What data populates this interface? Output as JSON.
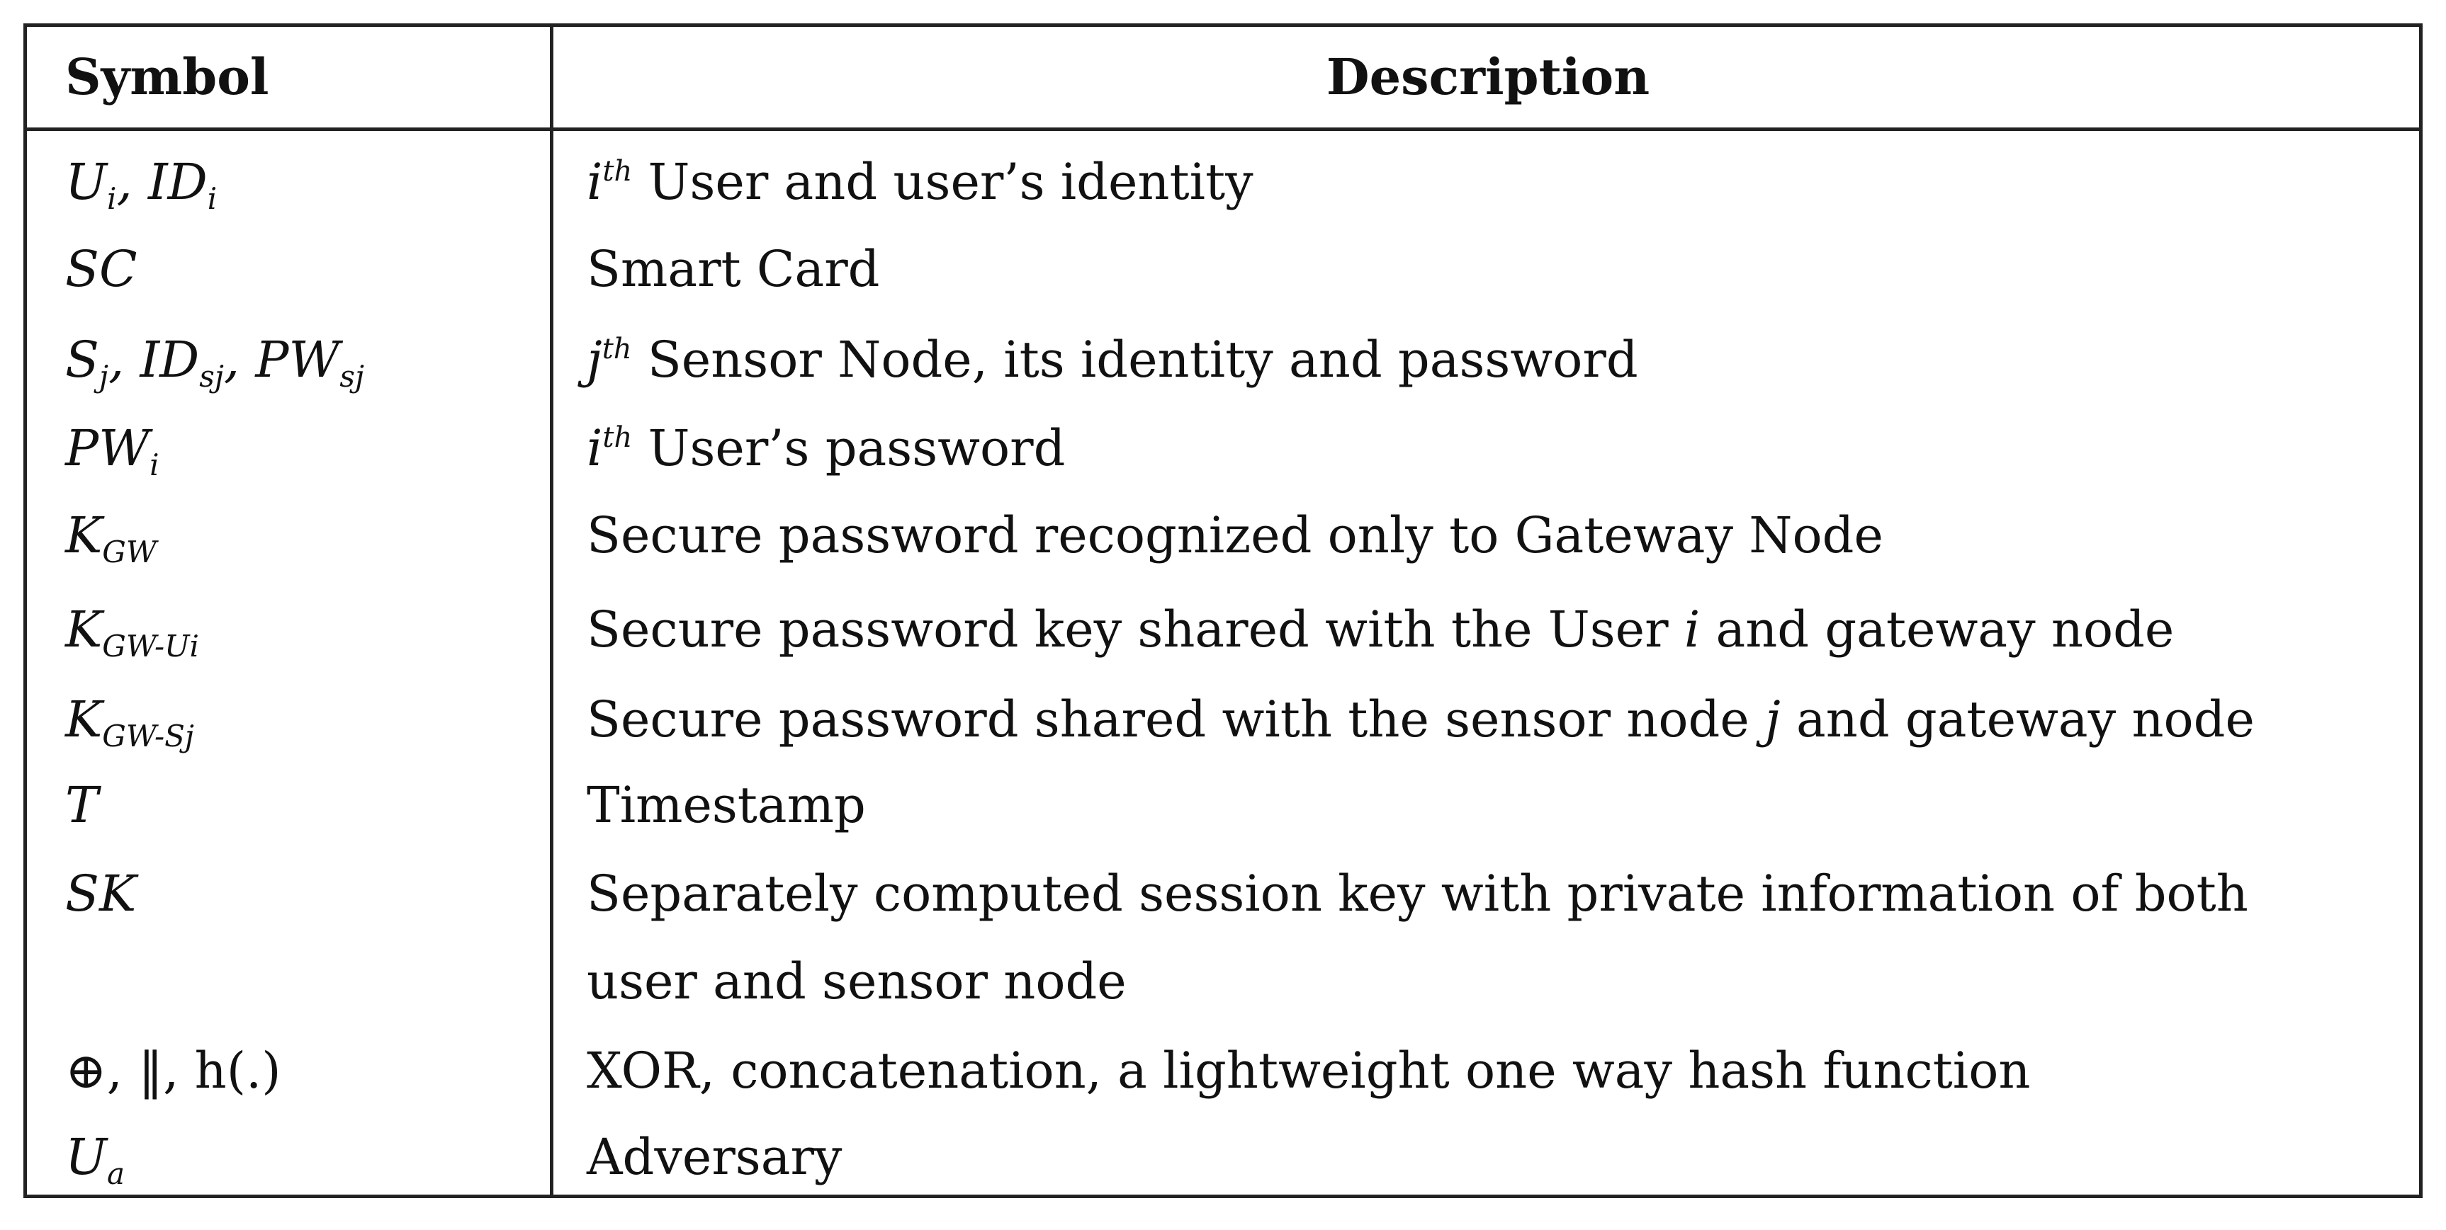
{
  "headers": {
    "symbol": "Symbol",
    "description": "Description"
  },
  "rows": [
    {
      "symbol": {
        "a": "U",
        "a_sub": "i",
        "b": ", ID",
        "b_sub": "i"
      },
      "description": {
        "sup": "th",
        "text": "User and user’s identity",
        "lead": "i"
      }
    },
    {
      "symbol": {
        "a": "SC"
      },
      "description": {
        "text": "Smart Card"
      }
    },
    {
      "symbol": {
        "a": "S",
        "a_sub": "j",
        "b": ", ID",
        "b_sub": "sj",
        "c": ", PW",
        "c_sub": "sj"
      },
      "description": {
        "lead": "j",
        "sup": "th",
        "text": "Sensor Node, its identity and password"
      }
    },
    {
      "symbol": {
        "a": "PW",
        "a_sub": "i"
      },
      "description": {
        "lead": "i",
        "sup": "th",
        "text": "User’s password"
      }
    },
    {
      "symbol": {
        "a": "K",
        "a_sub": "GW"
      },
      "description": {
        "text": "Secure password recognized only to Gateway Node"
      }
    },
    {
      "symbol": {
        "a": "K",
        "a_sub": "GW-Ui"
      },
      "description": {
        "pre": "Secure password key shared with the User ",
        "var": "i",
        "post": " and gateway node"
      }
    },
    {
      "symbol": {
        "a": "K",
        "a_sub": "GW-Sj"
      },
      "description": {
        "pre": "Secure password shared with the sensor node ",
        "var": "j",
        "post": " and gateway node"
      }
    },
    {
      "symbol": {
        "a": "T"
      },
      "description": {
        "text": "Timestamp"
      }
    },
    {
      "symbol": {
        "a": "SK"
      },
      "description": {
        "line1": "Separately computed session key with private information of both",
        "line2": "user and sensor node"
      }
    },
    {
      "symbol": {
        "plain": "⊕,  ‖, h(.)"
      },
      "description": {
        "text": "XOR, concatenation, a lightweight one way hash function"
      }
    },
    {
      "symbol": {
        "a": "U",
        "a_sub": "a"
      },
      "description": {
        "text": "Adversary"
      }
    }
  ]
}
